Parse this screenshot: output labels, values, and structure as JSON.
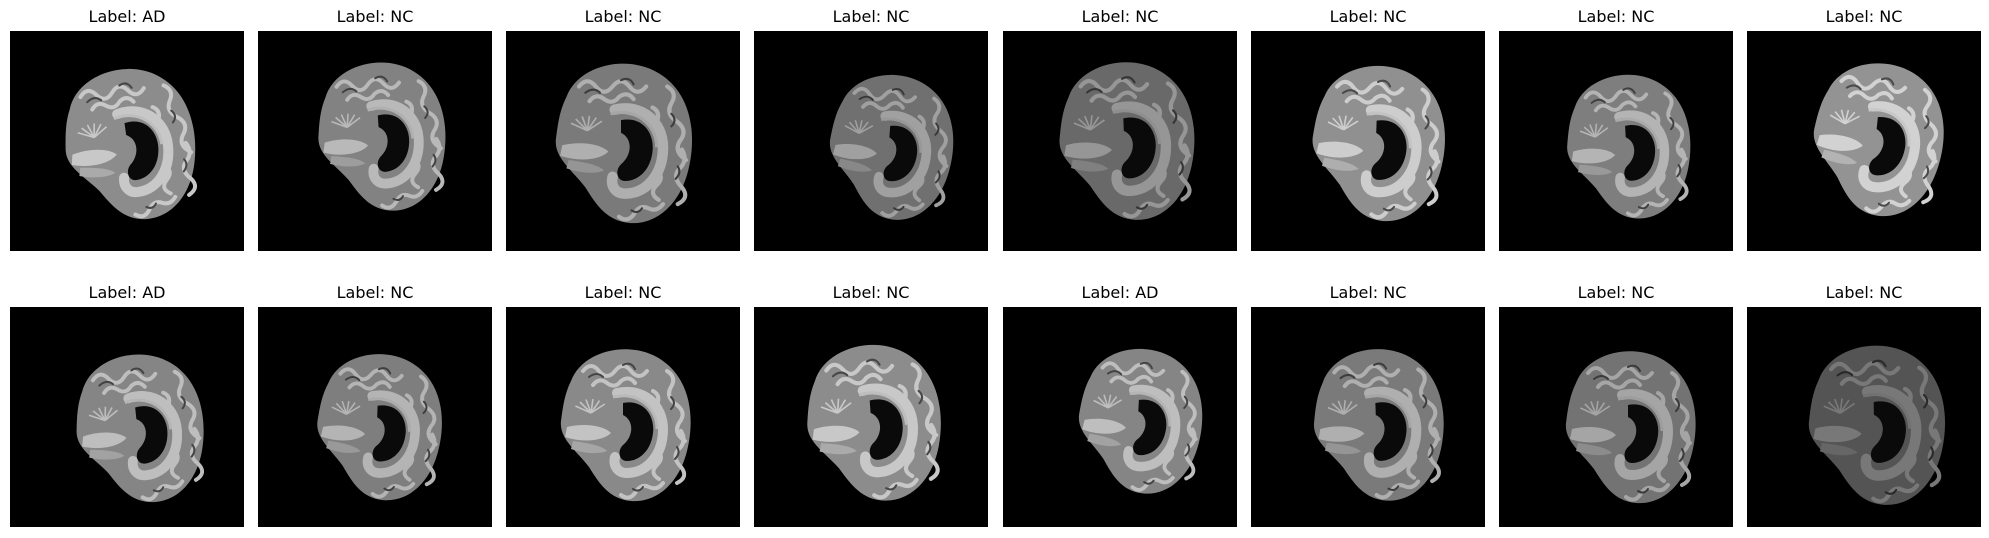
{
  "colors": {
    "background": "#ffffff",
    "scan_background": "#000000",
    "text": "#000000"
  },
  "panels": [
    {
      "label": "Label: AD"
    },
    {
      "label": "Label: NC"
    },
    {
      "label": "Label: NC"
    },
    {
      "label": "Label: NC"
    },
    {
      "label": "Label: NC"
    },
    {
      "label": "Label: NC"
    },
    {
      "label": "Label: NC"
    },
    {
      "label": "Label: NC"
    },
    {
      "label": "Label: AD"
    },
    {
      "label": "Label: NC"
    },
    {
      "label": "Label: NC"
    },
    {
      "label": "Label: NC"
    },
    {
      "label": "Label: AD"
    },
    {
      "label": "Label: NC"
    },
    {
      "label": "Label: NC"
    },
    {
      "label": "Label: NC"
    }
  ]
}
